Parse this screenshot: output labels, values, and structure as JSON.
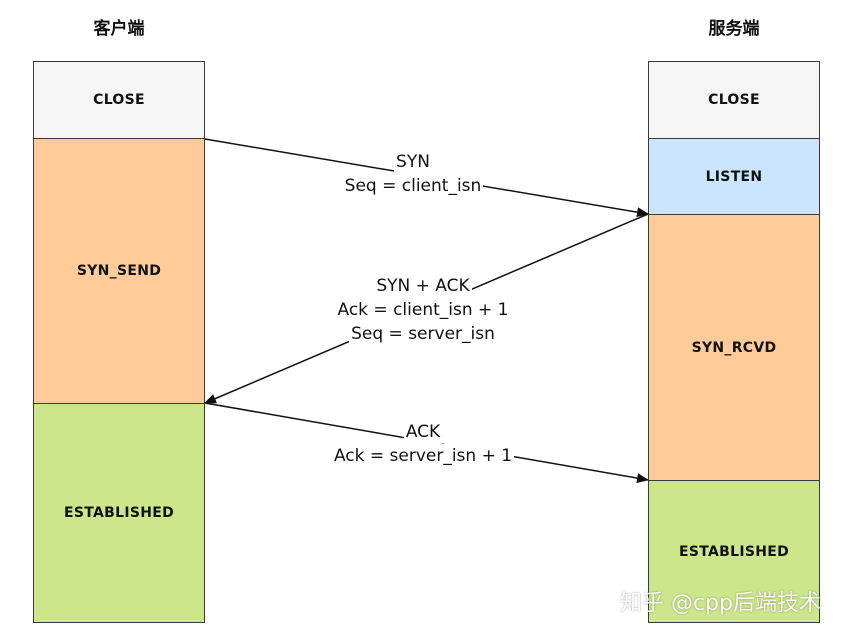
{
  "client": {
    "title": "客户端",
    "states": [
      {
        "label": "CLOSE",
        "color": "#f5f5f5"
      },
      {
        "label": "SYN_SEND",
        "color": "#ffcc99"
      },
      {
        "label": "ESTABLISHED",
        "color": "#cde68c"
      }
    ]
  },
  "server": {
    "title": "服务端",
    "states": [
      {
        "label": "CLOSE",
        "color": "#f5f5f5"
      },
      {
        "label": "LISTEN",
        "color": "#cce5ff"
      },
      {
        "label": "SYN_RCVD",
        "color": "#ffcc99"
      },
      {
        "label": "ESTABLISHED",
        "color": "#cde68c"
      }
    ]
  },
  "messages": {
    "syn": {
      "line1": "SYN",
      "line2": "Seq = client_isn"
    },
    "synack": {
      "line1": "SYN + ACK",
      "line2": "Ack = client_isn + 1",
      "line3": "Seq = server_isn"
    },
    "ack": {
      "line1": "ACK",
      "line2": "Ack = server_isn + 1"
    }
  },
  "watermark": "知乎 @cpp后端技术"
}
